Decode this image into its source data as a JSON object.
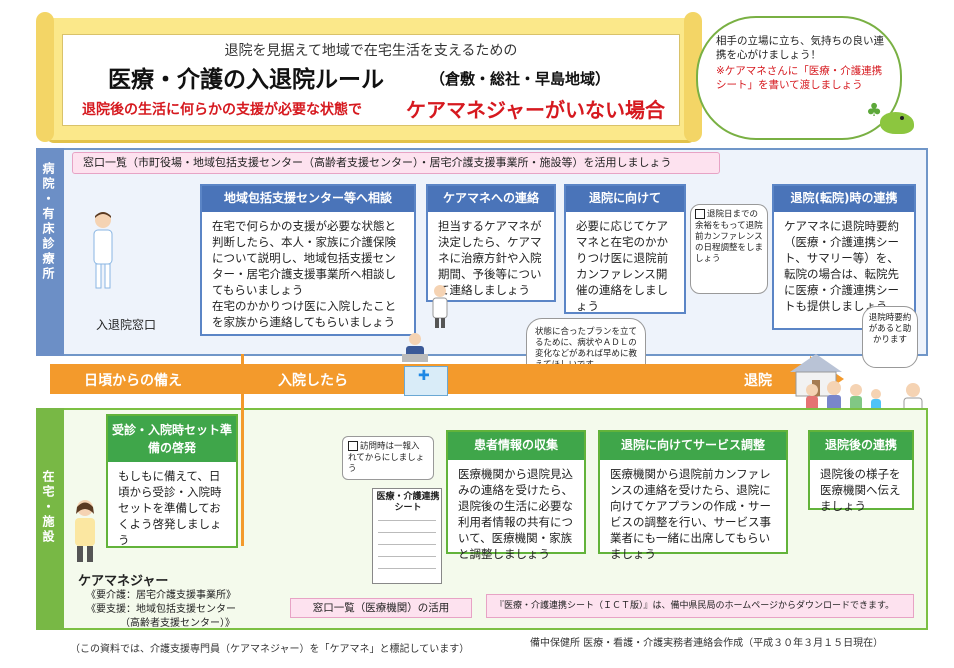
{
  "title": {
    "subtitle": "退院を見据えて地域で在宅生活を支えるための",
    "main": "医療・介護の入退院ルール",
    "region": "（倉敷・総社・早島地域）",
    "condition": "退院後の生活に何らかの支援が必要な状態で",
    "condition_big": "ケアマネジャーがいない場合"
  },
  "cloud": {
    "text": "相手の立場に立ち、気持ちの良い連携を心がけましょう！",
    "note": "※ケアマネさんに「医療・介護連携シート」を書いて渡しましょう"
  },
  "zones": {
    "hospital_label": "病院・有床診療所",
    "home_label": "在宅・施設"
  },
  "hospital": {
    "window_note": "窓口一覧（市町役場・地域包括支援センター（高齢者支援センター）・居宅介護支援事業所・施設等）を活用しましょう",
    "nurse_label": "入退院窓口",
    "boxes": [
      {
        "head": "地域包括支援センター等へ相談",
        "body": "在宅で何らかの支援が必要な状態と判断したら、本人・家族に介護保険について説明し、地域包括支援センター・居宅介護支援事業所へ相談してもらいましょう\n在宅のかかりつけ医に入院したことを家族から連絡してもらいましょう"
      },
      {
        "head": "ケアマネへの連絡",
        "body": "担当するケアマネが決定したら、ケアマネに治療方針や入院期間、予後等について連絡しましょう"
      },
      {
        "head": "退院に向けて",
        "body": "必要に応じてケアマネと在宅のかかりつけ医に退院前カンファレンス開催の連絡をしましょう"
      },
      {
        "head": "退院(転院)時の連携",
        "body": "ケアマネに退院時要約（医療・介護連携シート、サマリー等）を、転院の場合は、転院先に医療・介護連携シートも提供しましょう"
      }
    ],
    "sticky": "退院日までの余裕をもって退院前カンファレンスの日程調整をしましょう",
    "speech1": "状態に合ったプランを立てるために、病状やＡＤＬの変化などがあれば早めに教えてほしいです。",
    "speech2": "退院時要約があると助かります"
  },
  "timeline": {
    "stage1": "日頃からの備え",
    "stage2": "入院したら",
    "stage3": "退院"
  },
  "home": {
    "boxes": [
      {
        "head": "受診・入院時セット準備の啓発",
        "body": "もしもに備えて、日頃から受診・入院時セットを準備しておくよう啓発しましょう"
      },
      {
        "head": "患者情報の収集",
        "body": "医療機関から退院見込みの連絡を受けたら、退院後の生活に必要な利用者情報の共有について、医療機関・家族と調整しましょう"
      },
      {
        "head": "退院に向けてサービス調整",
        "body": "医療機関から退院前カンファレンスの連絡を受けたら、退院に向けてケアプランの作成・サービスの調整を行い、サービス事業者にも一緒に出席してもらいましょう"
      },
      {
        "head": "退院後の連携",
        "body": "退院後の様子を医療機関へ伝えましょう"
      }
    ],
    "sticky": "訪問時は一報入れてからにしましょう",
    "sheet_title": "医療・介護連携シート",
    "cm_label": "ケアマネジャー",
    "cm_l1": "《要介護：居宅介護支援事業所》",
    "cm_l2": "《要支援：地域包括支援センター",
    "cm_l3": "（高齢者支援センター）》",
    "window_note": "窓口一覧（医療機関）の活用",
    "ict_note": "『医療・介護連携シート（ＩＣＴ版）』は、備中県民局のホームページからダウンロードできます。"
  },
  "footer": {
    "left": "（この資料では、介護支援専門員（ケアマネジャー）を「ケアマネ」と標記しています）",
    "right": "備中保健所 医療・看護・介護実務者連絡会作成（平成３０年３月１５日現在）"
  },
  "icons": [
    "nurse-icon",
    "doctor-icon",
    "hospital-icon",
    "house-icon",
    "family-icon",
    "care-manager-icon",
    "bird-icon",
    "clover-icon",
    "checkbox-icon"
  ]
}
